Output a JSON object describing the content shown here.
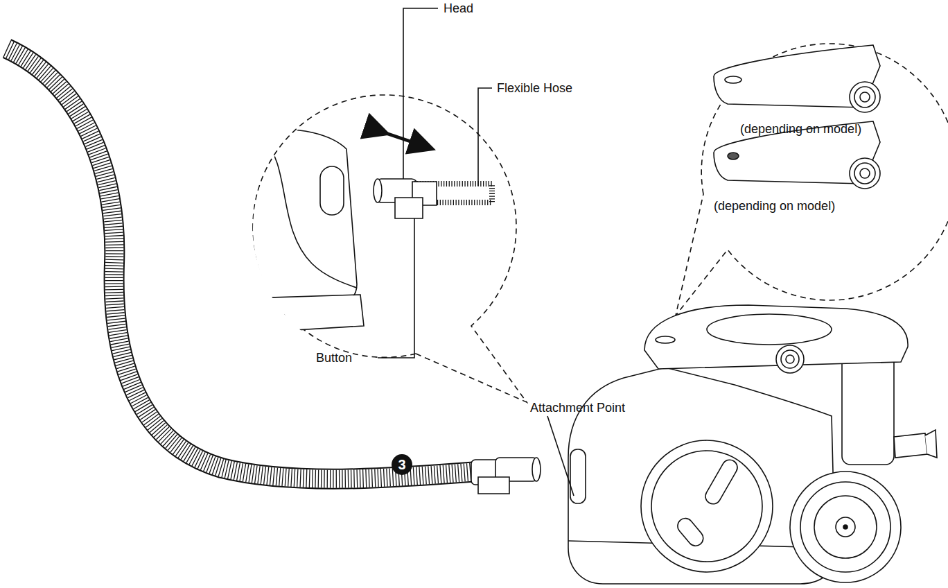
{
  "diagram": {
    "labels": [
      "Head",
      "Flexible Hose",
      "(depending on model)",
      "(depending on model)",
      "Attachment Point",
      "Button",
      "3"
    ]
  }
}
